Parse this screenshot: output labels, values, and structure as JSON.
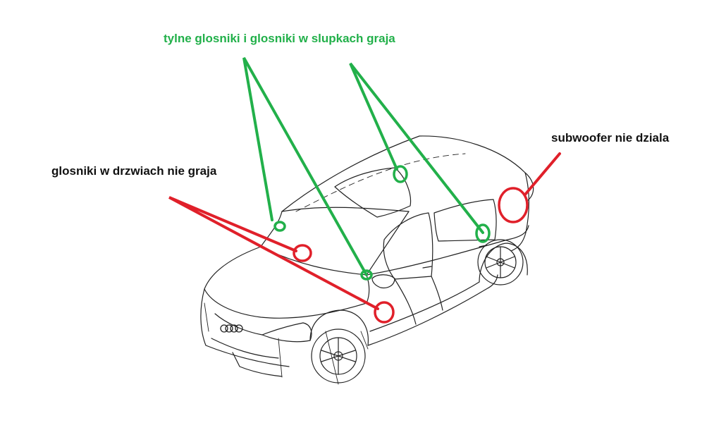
{
  "annotations": {
    "rear_speakers": {
      "text": "tylne glosniki i glosniki w slupkach graja",
      "color": "#22b04a"
    },
    "door_speakers": {
      "text": "glosniki w drzwiach nie graja",
      "color": "#111111"
    },
    "subwoofer": {
      "text": "subwoofer nie dziala",
      "color": "#111111"
    }
  },
  "colors": {
    "working": "#22b04a",
    "faulty": "#e0202a",
    "drawing": "#222222"
  },
  "logo": "four-rings"
}
